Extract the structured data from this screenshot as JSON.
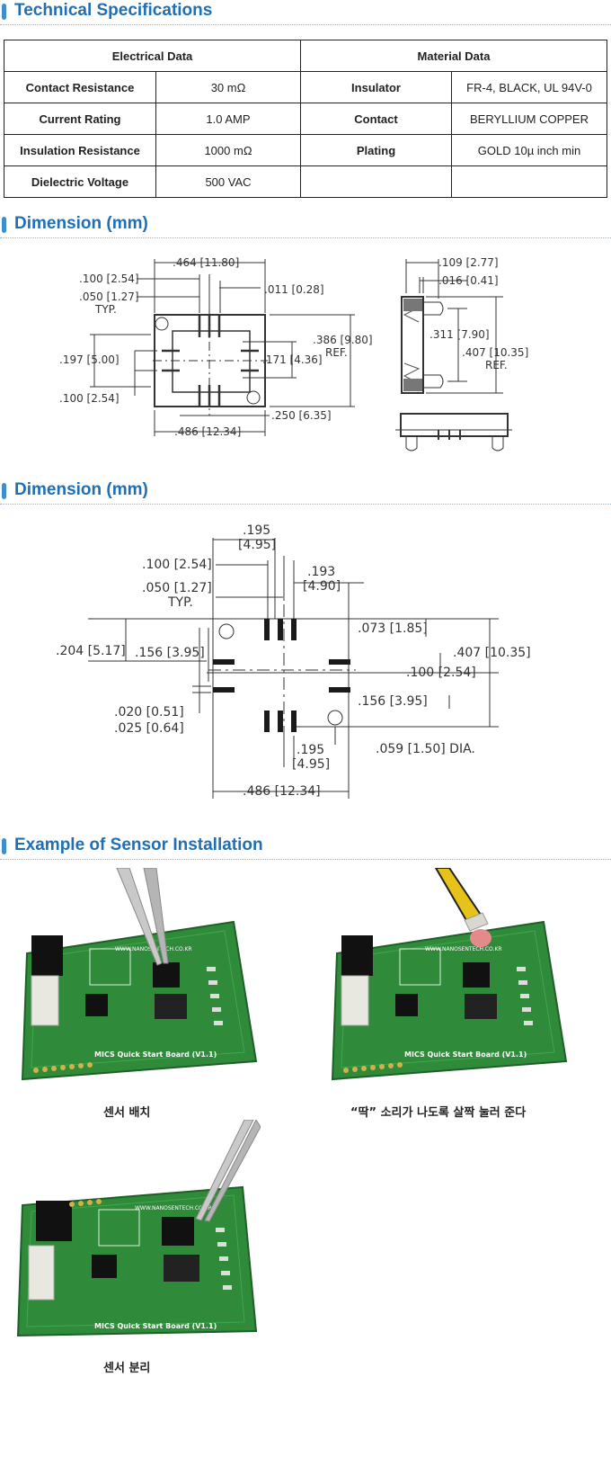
{
  "sections": {
    "tech_specs": "Technical Specifications",
    "dimension_1": "Dimension (mm)",
    "dimension_2": "Dimension (mm)",
    "example": "Example of Sensor Installation"
  },
  "table": {
    "electrical_header": "Electrical Data",
    "material_header": "Material Data",
    "rows": [
      {
        "label": "Contact Resistance",
        "value": "30 mΩ",
        "mlabel": "Insulator",
        "mvalue": "FR-4, BLACK, UL 94V-0"
      },
      {
        "label": "Current Rating",
        "value": "1.0 AMP",
        "mlabel": "Contact",
        "mvalue": "BERYLLIUM COPPER"
      },
      {
        "label": "Insulation Resistance",
        "value": "1000 mΩ",
        "mlabel": "Plating",
        "mvalue": "GOLD 10µ inch min"
      },
      {
        "label": "Dielectric Voltage",
        "value": "500 VAC",
        "mlabel": "",
        "mvalue": ""
      }
    ]
  },
  "dim1": {
    "d464": ".464 [11.80]",
    "d100": ".100 [2.54]",
    "d050": ".050 [1.27]",
    "typ": "TYP.",
    "d011": ".011 [0.28]",
    "d386": ".386 [9.80]",
    "ref": "REF.",
    "d197": ".197 [5.00]",
    "d171": ".171 [4.36]",
    "d100b": ".100 [2.54]",
    "d250": ".250 [6.35]",
    "d486": ".486 [12.34]",
    "d109": ".109 [2.77]",
    "d016": ".016 [0.41]",
    "d311": ".311 [7.90]",
    "d407": ".407 [10.35]",
    "ref2": "REF."
  },
  "dim2": {
    "d195a": ".195",
    "d195a2": "[4.95]",
    "d100": ".100 [2.54]",
    "d193": ".193",
    "d193b": "[4.90]",
    "d050": ".050 [1.27]",
    "typ": "TYP.",
    "d073": ".073 [1.85]",
    "d204": ".204 [5.17]",
    "d156a": ".156 [3.95]",
    "d407": ".407 [10.35]",
    "d100b": ".100 [2.54]",
    "d156b": ".156 [3.95]",
    "d020": ".020 [0.51]",
    "d025": ".025 [0.64]",
    "d195b": ".195",
    "d195b2": "[4.95]",
    "d059": ".059 [1.50] DIA.",
    "d486": ".486 [12.34]"
  },
  "board": {
    "site": "WWW.NANOSENTECH.CO.KR",
    "name": "MICS Quick Start Board (V1.1)"
  },
  "captions": {
    "place": "센서 배치",
    "press": "“딱” 소리가 나도록 살짝 눌러 준다",
    "remove": "센서 분리"
  },
  "colors": {
    "accent": "#1e6fb5",
    "pcb": "#2f8a3a"
  }
}
